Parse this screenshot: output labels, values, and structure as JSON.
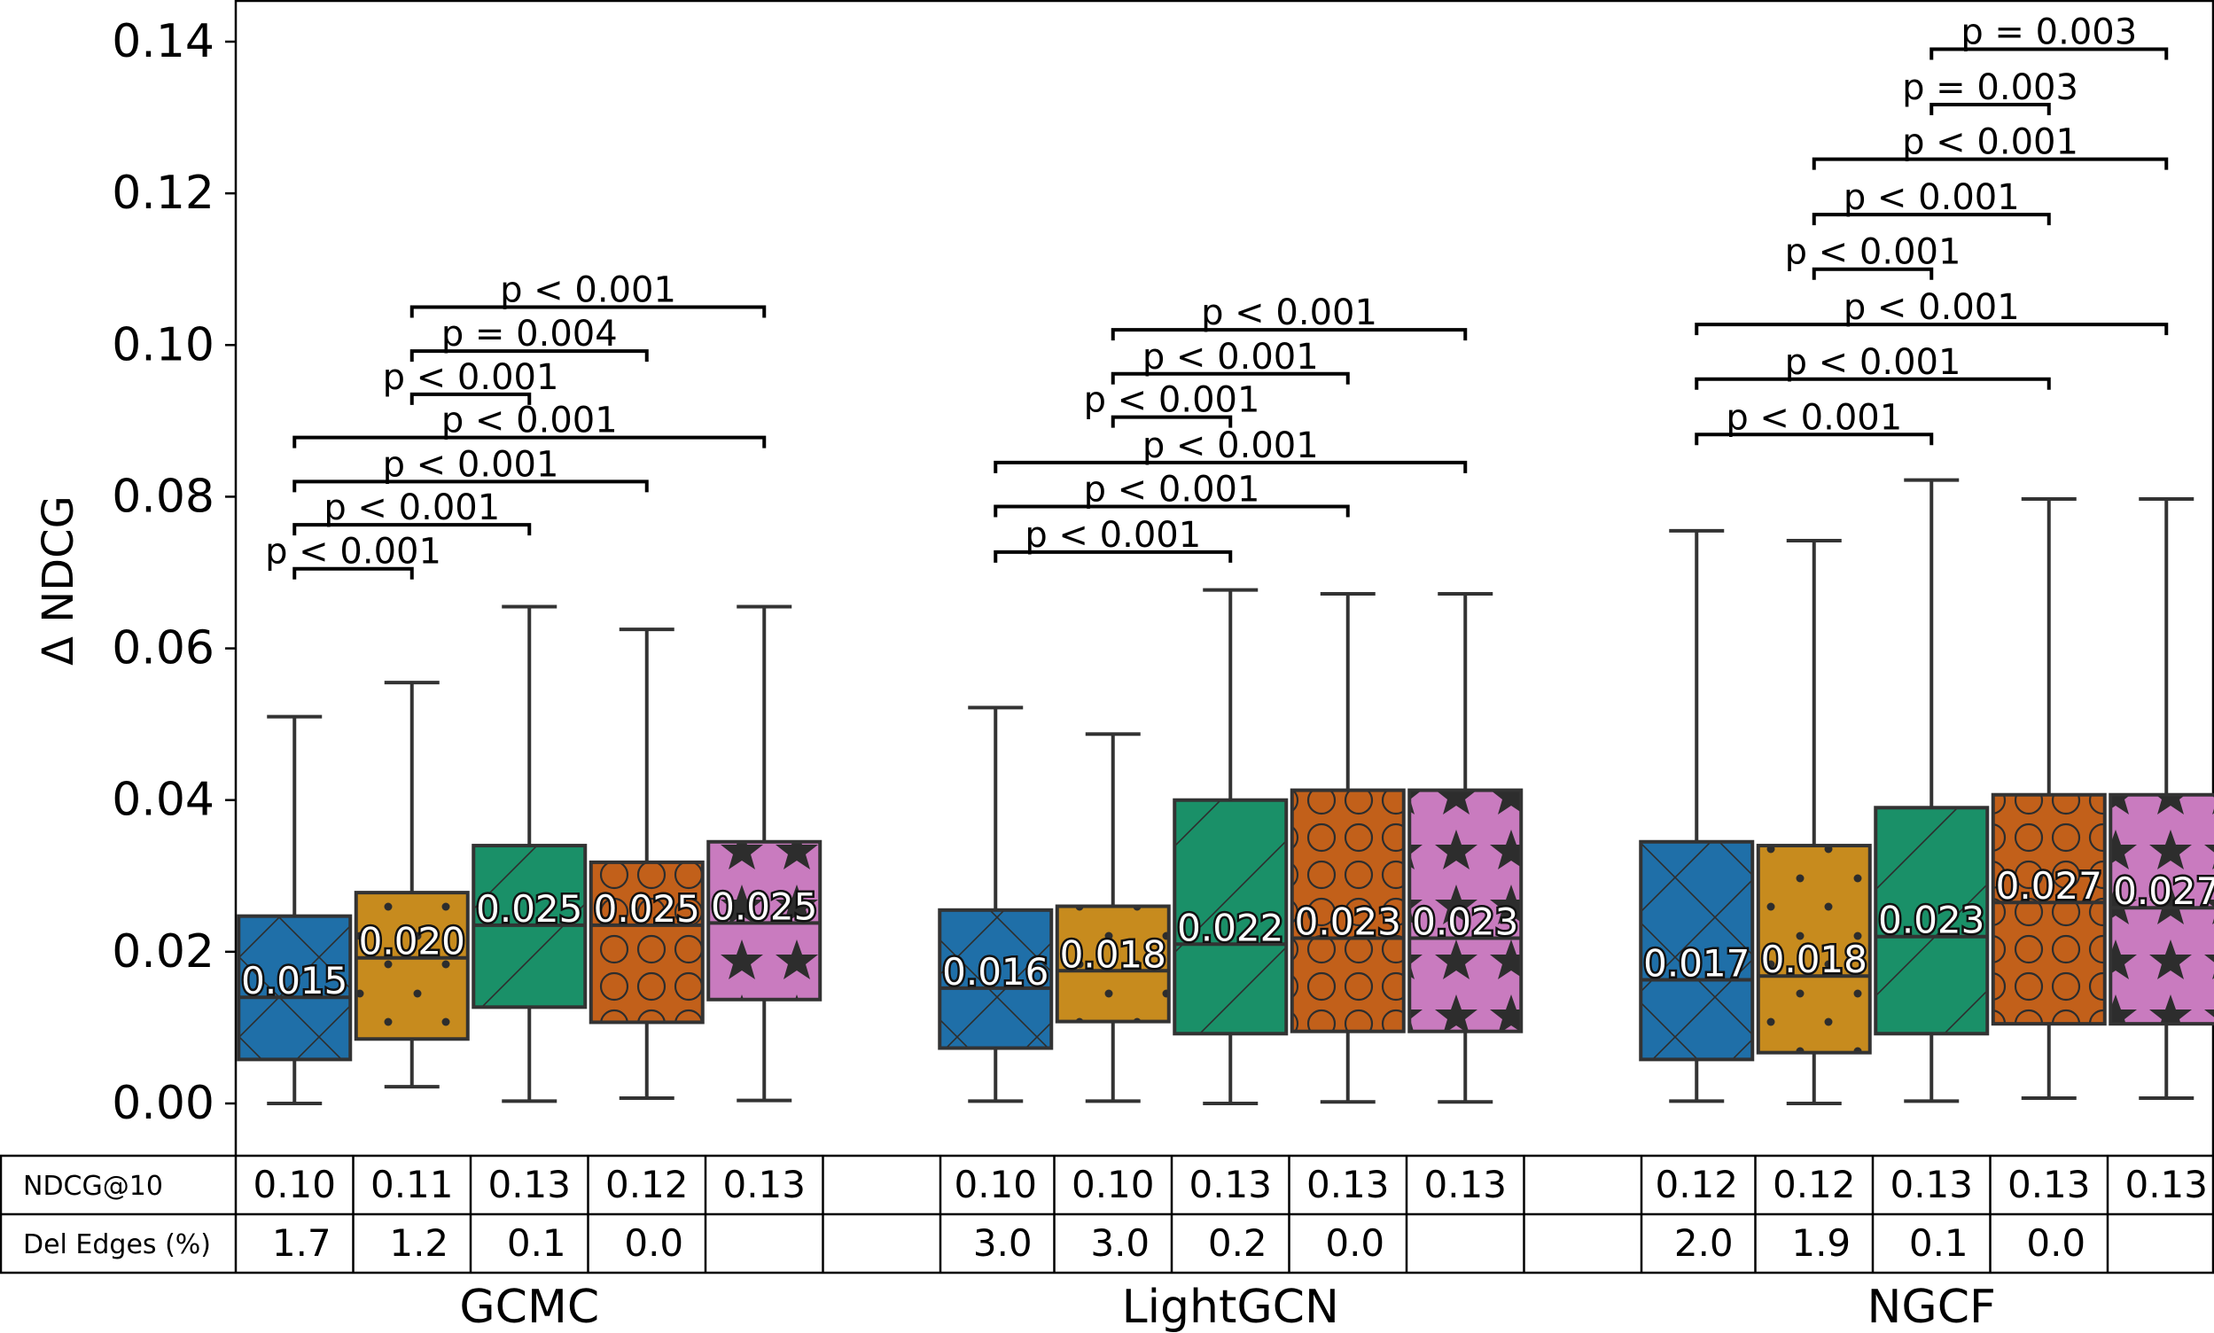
{
  "chart_data": {
    "type": "box",
    "ylabel": "Δ NDCG",
    "ylim": [
      -0.002,
      0.145
    ],
    "yticks": [
      0.0,
      0.02,
      0.04,
      0.06,
      0.08,
      0.1,
      0.12,
      0.14
    ],
    "ytick_labels": [
      "0.00",
      "0.02",
      "0.04",
      "0.06",
      "0.08",
      "0.10",
      "0.12",
      "0.14"
    ],
    "box_colors": [
      "#1f6fa8",
      "#c78b1e",
      "#1a9068",
      "#c2601a",
      "#c97bbf"
    ],
    "box_hatches": [
      "x",
      "dots",
      "diag",
      "circles",
      "stars"
    ],
    "groups": [
      {
        "name": "GCMC",
        "boxes": [
          {
            "whislo": 0.0,
            "q1": 0.0058,
            "med": 0.014,
            "q3": 0.0247,
            "whishi": 0.051,
            "label": "0.015"
          },
          {
            "whislo": 0.0022,
            "q1": 0.0085,
            "med": 0.0192,
            "q3": 0.0278,
            "whishi": 0.0555,
            "label": "0.020"
          },
          {
            "whislo": 0.0003,
            "q1": 0.0127,
            "med": 0.0235,
            "q3": 0.034,
            "whishi": 0.0655,
            "label": "0.025"
          },
          {
            "whislo": 0.0007,
            "q1": 0.0107,
            "med": 0.0235,
            "q3": 0.0318,
            "whishi": 0.0625,
            "label": "0.025"
          },
          {
            "whislo": 0.0004,
            "q1": 0.0137,
            "med": 0.0238,
            "q3": 0.0345,
            "whishi": 0.0655,
            "label": "0.025"
          }
        ],
        "ndcg10": [
          "0.10",
          "0.11",
          "0.13",
          "0.12",
          "0.13"
        ],
        "del_edges": [
          "1.7",
          "1.2",
          "0.1",
          "0.0",
          ""
        ],
        "brackets": [
          {
            "from": 0,
            "to": 1,
            "y": 0.0705,
            "label": "p < 0.001"
          },
          {
            "from": 0,
            "to": 2,
            "y": 0.0763,
            "label": "p < 0.001"
          },
          {
            "from": 0,
            "to": 3,
            "y": 0.082,
            "label": "p < 0.001"
          },
          {
            "from": 0,
            "to": 4,
            "y": 0.0878,
            "label": "p < 0.001"
          },
          {
            "from": 1,
            "to": 2,
            "y": 0.0935,
            "label": "p < 0.001"
          },
          {
            "from": 1,
            "to": 3,
            "y": 0.0992,
            "label": "p = 0.004"
          },
          {
            "from": 1,
            "to": 4,
            "y": 0.105,
            "label": "p < 0.001"
          }
        ]
      },
      {
        "name": "LightGCN",
        "boxes": [
          {
            "whislo": 0.0003,
            "q1": 0.0073,
            "med": 0.0152,
            "q3": 0.0255,
            "whishi": 0.0522,
            "label": "0.016"
          },
          {
            "whislo": 0.0003,
            "q1": 0.0108,
            "med": 0.0175,
            "q3": 0.026,
            "whishi": 0.0487,
            "label": "0.018"
          },
          {
            "whislo": 0.0,
            "q1": 0.0092,
            "med": 0.021,
            "q3": 0.04,
            "whishi": 0.0677,
            "label": "0.022"
          },
          {
            "whislo": 0.0002,
            "q1": 0.0095,
            "med": 0.0218,
            "q3": 0.0413,
            "whishi": 0.0672,
            "label": "0.023"
          },
          {
            "whislo": 0.0002,
            "q1": 0.0095,
            "med": 0.0218,
            "q3": 0.0413,
            "whishi": 0.0672,
            "label": "0.023"
          }
        ],
        "ndcg10": [
          "0.10",
          "0.10",
          "0.13",
          "0.13",
          "0.13"
        ],
        "del_edges": [
          "3.0",
          "3.0",
          "0.2",
          "0.0",
          ""
        ],
        "brackets": [
          {
            "from": 0,
            "to": 2,
            "y": 0.0727,
            "label": "p < 0.001"
          },
          {
            "from": 0,
            "to": 3,
            "y": 0.0787,
            "label": "p < 0.001"
          },
          {
            "from": 0,
            "to": 4,
            "y": 0.0845,
            "label": "p < 0.001"
          },
          {
            "from": 1,
            "to": 2,
            "y": 0.0905,
            "label": "p < 0.001"
          },
          {
            "from": 1,
            "to": 3,
            "y": 0.0962,
            "label": "p < 0.001"
          },
          {
            "from": 1,
            "to": 4,
            "y": 0.102,
            "label": "p < 0.001"
          }
        ]
      },
      {
        "name": "NGCF",
        "boxes": [
          {
            "whislo": 0.0003,
            "q1": 0.0058,
            "med": 0.0163,
            "q3": 0.0345,
            "whishi": 0.0755,
            "label": "0.017"
          },
          {
            "whislo": 0.0,
            "q1": 0.0067,
            "med": 0.0168,
            "q3": 0.034,
            "whishi": 0.0742,
            "label": "0.018"
          },
          {
            "whislo": 0.0003,
            "q1": 0.0092,
            "med": 0.022,
            "q3": 0.039,
            "whishi": 0.0822,
            "label": "0.023"
          },
          {
            "whislo": 0.0007,
            "q1": 0.0105,
            "med": 0.0265,
            "q3": 0.0407,
            "whishi": 0.0797,
            "label": "0.027"
          },
          {
            "whislo": 0.0007,
            "q1": 0.0105,
            "med": 0.0258,
            "q3": 0.0407,
            "whishi": 0.0797,
            "label": "0.027"
          }
        ],
        "ndcg10": [
          "0.12",
          "0.12",
          "0.13",
          "0.13",
          "0.13"
        ],
        "del_edges": [
          "2.0",
          "1.9",
          "0.1",
          "0.0",
          ""
        ],
        "brackets": [
          {
            "from": 0,
            "to": 2,
            "y": 0.0882,
            "label": "p < 0.001"
          },
          {
            "from": 0,
            "to": 3,
            "y": 0.0955,
            "label": "p < 0.001"
          },
          {
            "from": 0,
            "to": 4,
            "y": 0.1027,
            "label": "p < 0.001"
          },
          {
            "from": 1,
            "to": 2,
            "y": 0.11,
            "label": "p < 0.001"
          },
          {
            "from": 1,
            "to": 3,
            "y": 0.1172,
            "label": "p < 0.001"
          },
          {
            "from": 1,
            "to": 4,
            "y": 0.1245,
            "label": "p < 0.001"
          },
          {
            "from": 2,
            "to": 3,
            "y": 0.1317,
            "label": "p = 0.003"
          },
          {
            "from": 2,
            "to": 4,
            "y": 0.139,
            "label": "p = 0.003"
          }
        ]
      }
    ],
    "table_rows": [
      "NDCG@10",
      "Del Edges (%)"
    ]
  }
}
